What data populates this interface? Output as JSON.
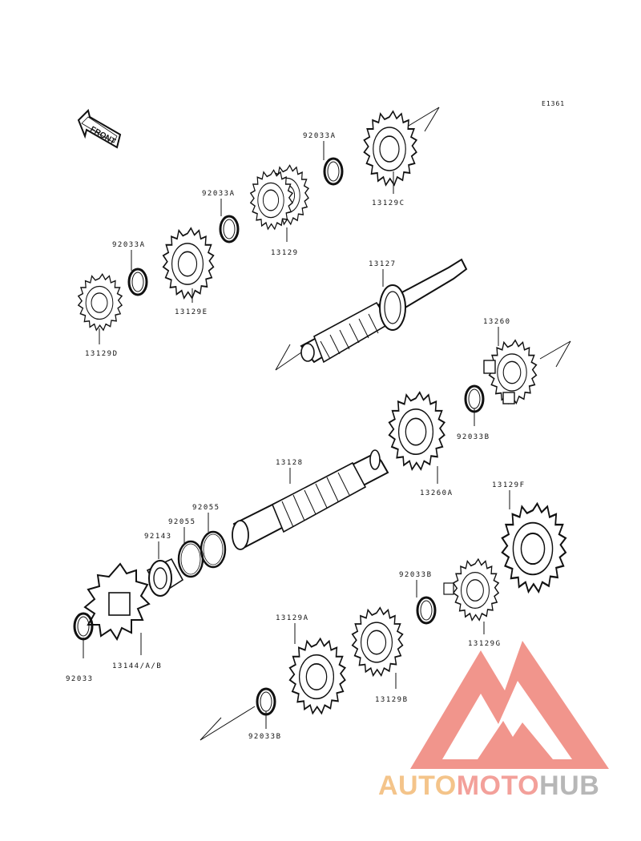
{
  "diagram": {
    "code": "E1361",
    "front_label": "FRONT",
    "parts": [
      {
        "id": "p1",
        "label": "92033A"
      },
      {
        "id": "p2",
        "label": "13129C"
      },
      {
        "id": "p3",
        "label": "92033A"
      },
      {
        "id": "p4",
        "label": "13129"
      },
      {
        "id": "p5",
        "label": "92033A"
      },
      {
        "id": "p6",
        "label": "13129E"
      },
      {
        "id": "p7",
        "label": "13129D"
      },
      {
        "id": "p8",
        "label": "13127"
      },
      {
        "id": "p9",
        "label": "13260"
      },
      {
        "id": "p10",
        "label": "92033B"
      },
      {
        "id": "p11",
        "label": "13260A"
      },
      {
        "id": "p12",
        "label": "13128"
      },
      {
        "id": "p13",
        "label": "92055"
      },
      {
        "id": "p14",
        "label": "92055"
      },
      {
        "id": "p15",
        "label": "92143"
      },
      {
        "id": "p16",
        "label": "13129F"
      },
      {
        "id": "p17",
        "label": "92033B"
      },
      {
        "id": "p18",
        "label": "13129G"
      },
      {
        "id": "p19",
        "label": "13129A"
      },
      {
        "id": "p20",
        "label": "13129B"
      },
      {
        "id": "p21",
        "label": "92033"
      },
      {
        "id": "p22",
        "label": "13144/A/B"
      },
      {
        "id": "p23",
        "label": "92033B"
      }
    ]
  },
  "watermark": {
    "brand_part1": "AUTO",
    "brand_part2": "MOTO",
    "brand_part3": "HUB",
    "colors": {
      "auto": "#f4c48a",
      "moto": "#f3a09a",
      "hub": "#b7b7b7",
      "triangle": "#f08a80"
    }
  }
}
